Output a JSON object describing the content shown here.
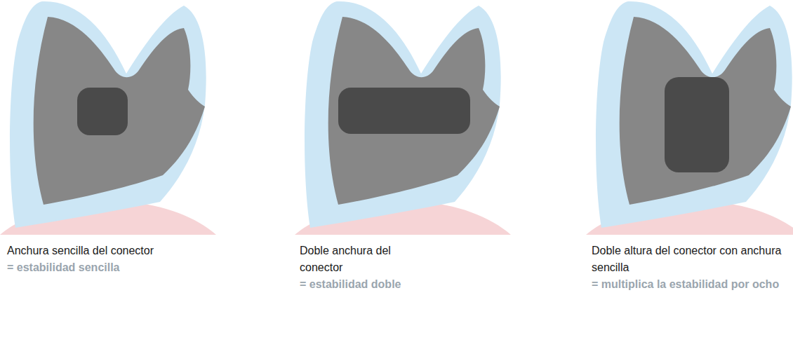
{
  "diagram": {
    "labels": [
      "Anchura sencilla del conector",
      "= estabilidad sencilla",
      "Doble anchura del conector",
      "= estabilidad doble",
      "Doble altura del conector con anchura sencilla",
      "= multiplica la estabilidad por ocho"
    ]
  }
}
